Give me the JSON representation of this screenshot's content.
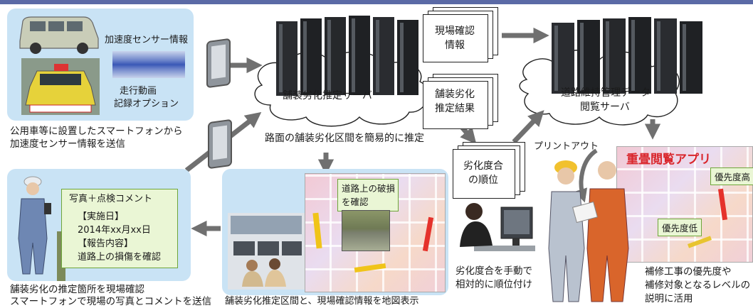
{
  "labels": {
    "accel_info": "加速度センサー情報",
    "video_option_line1": "走行動画",
    "video_option_line2": "記録オプション",
    "caption_send_line1": "公用車等に設置したスマートフォンから",
    "caption_send_line2": "加速度センサー情報を送信",
    "server1": "舗装劣化推定サーバ",
    "server2_line1": "道路維持管理データ",
    "server2_line2": "閲覧サーバ",
    "estimate_caption": "路面の舗装劣化区間を簡易的に推定",
    "doc_site_line1": "現場確認",
    "doc_site_line2": "情報",
    "doc_result_line1": "舗装劣化",
    "doc_result_line2": "推定結果",
    "doc_rank_line1": "劣化度合",
    "doc_rank_line2": "の順位",
    "printout": "プリントアウト",
    "app_title": "重畳閲覧アプリ",
    "priority_high": "優先度高",
    "priority_low": "優先度低",
    "repair_caption_line1": "補修工事の優先度や",
    "repair_caption_line2": "補修対象となるレベルの",
    "repair_caption_line3": "説明に活用",
    "manual_rank_line1": "劣化度合を手動で",
    "manual_rank_line2": "相対的に順位付け",
    "map_caption": "舗装劣化推定区間と、現場確認情報を地図表示",
    "damage_note_line1": "道路上の破損",
    "damage_note_line2": "を確認",
    "comment_title": "写真＋点検コメント",
    "comment_date_head": "【実施日】",
    "comment_date": "2014年xx月xx日",
    "comment_report_head": "【報告内容】",
    "comment_report": "道路上の損傷を確認",
    "site_caption_line1": "舗装劣化の推定箇所を現場確認",
    "site_caption_line2": "スマートフォンで現場の写真とコメントを送信"
  },
  "icons": [
    "van-image",
    "taxi-image",
    "accel-signal-graph",
    "smartphone-icon",
    "server-rack-icon",
    "cloud-icon",
    "document-stack-icon",
    "worker-figure",
    "operator-figure",
    "control-room-image",
    "map-image",
    "arrow-icon"
  ],
  "colors": {
    "header_bar": "#5b6aa6",
    "panel_blue": "#c9e3f5",
    "note_green_bg": "#eaf6d5",
    "note_green_border": "#6ea63a",
    "app_title_red": "#d9262c",
    "arrow_gray": "#707070"
  }
}
